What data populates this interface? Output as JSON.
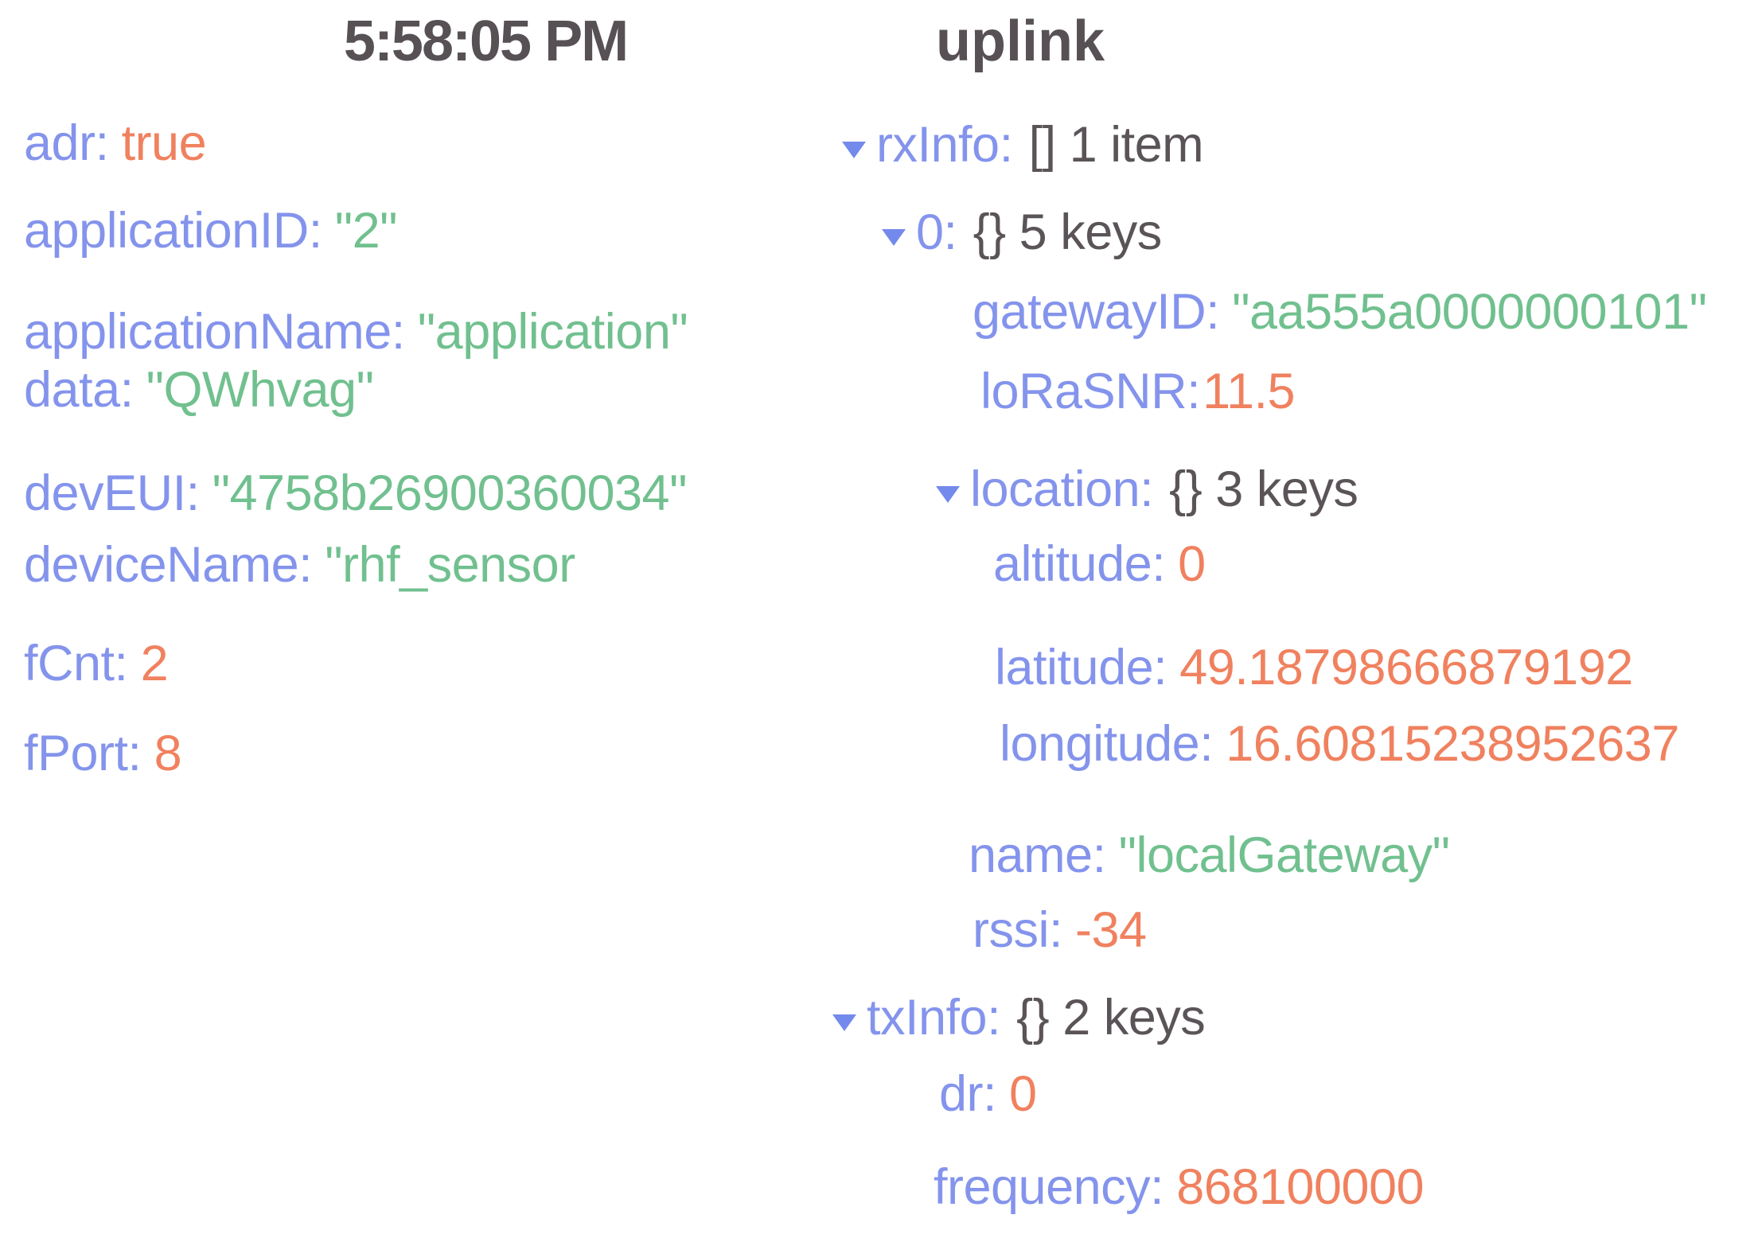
{
  "left_panel": {
    "header_time": "5:58:05 PM",
    "rows": [
      {
        "key": "adr",
        "value": "true",
        "type": "boolean"
      },
      {
        "key": "applicationID",
        "value": "\"2\"",
        "type": "string"
      },
      {
        "key": "applicationName",
        "value": "\"application\"",
        "type": "string"
      },
      {
        "key": "data",
        "value": "\"QWhvag\"",
        "type": "string"
      },
      {
        "key": "devEUI",
        "value": "\"4758b26900360034\"",
        "type": "string"
      },
      {
        "key": "deviceName",
        "value": "\"rhf_sensor",
        "type": "string"
      },
      {
        "key": "fCnt",
        "value": "2",
        "type": "number"
      },
      {
        "key": "fPort",
        "value": "8",
        "type": "number"
      }
    ]
  },
  "right_panel": {
    "header_type": "uplink",
    "rows": [
      {
        "key": "rxInfo",
        "value": "[] 1 item",
        "type": "array-summary",
        "expanded": true
      },
      {
        "key": "0",
        "value": "{} 5 keys",
        "type": "object-summary",
        "expanded": true
      },
      {
        "key": "gatewayID",
        "value": "\"aa555a0000000101\"",
        "type": "string"
      },
      {
        "key": "loRaSNR",
        "value": "11.5",
        "type": "number"
      },
      {
        "key": "location",
        "value": "{} 3 keys",
        "type": "object-summary",
        "expanded": true
      },
      {
        "key": "altitude",
        "value": "0",
        "type": "number"
      },
      {
        "key": "latitude",
        "value": "49.18798666879192",
        "type": "number"
      },
      {
        "key": "longitude",
        "value": "16.60815238952637",
        "type": "number"
      },
      {
        "key": "name",
        "value": "\"localGateway\"",
        "type": "string"
      },
      {
        "key": "rssi",
        "value": "-34",
        "type": "number"
      },
      {
        "key": "txInfo",
        "value": "{} 2 keys",
        "type": "object-summary",
        "expanded": true
      },
      {
        "key": "dr",
        "value": "0",
        "type": "number"
      },
      {
        "key": "frequency",
        "value": "868100000",
        "type": "number"
      }
    ]
  },
  "punct": {
    "colon": ":"
  },
  "icons": {
    "collapse_arrow": "down-pointing-triangle"
  },
  "colors": {
    "key_blue": "#8494ec",
    "arrow_blue": "#7489ec",
    "string_green": "#71c08f",
    "number_orange": "#f0815f",
    "structure_gray": "#5a5458",
    "header_gray": "#575155",
    "background": "#ffffff"
  }
}
